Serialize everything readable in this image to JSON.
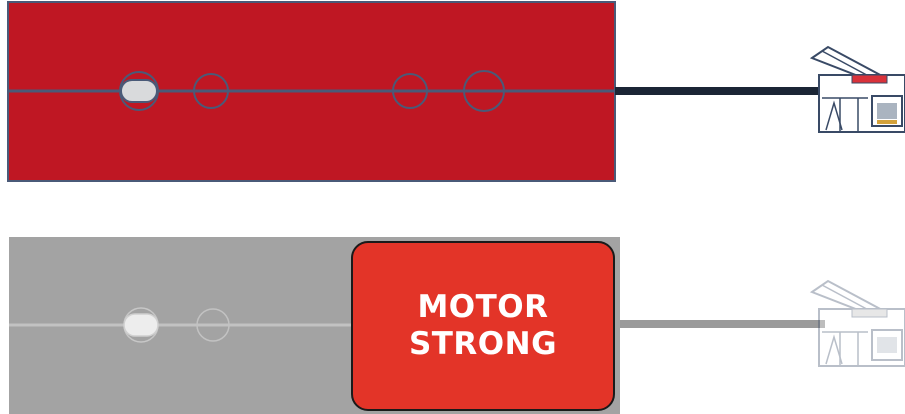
{
  "colors": {
    "active_module": "#bf1723",
    "inactive_module": "#a3a3a3",
    "motor_badge": "#e33428",
    "outline": "#4a5a78",
    "cable_active": "#1b2535",
    "cable_inactive": "#9a9a9a"
  },
  "modules": [
    {
      "state": "active",
      "icons": [
        "slot-led-icon",
        "hole-icon",
        "hole-icon",
        "hole-icon",
        "rj-connector-icon"
      ]
    },
    {
      "state": "inactive",
      "icons": [
        "slot-led-icon",
        "hole-icon",
        "rj-connector-icon"
      ],
      "badge": {
        "line1": "MOTOR",
        "line2": "STRONG"
      }
    }
  ]
}
